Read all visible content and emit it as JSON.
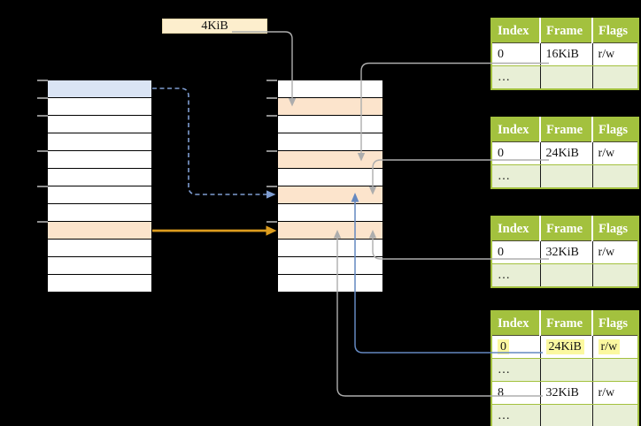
{
  "diagram": {
    "label_4kib": "4KiB",
    "ellipsis": "…"
  },
  "colors": {
    "page_bg": "#000000",
    "header_green": "#a3c13e",
    "row_green": "#e8efd6",
    "frame_orange": "#fce4cc",
    "virtual_blue": "#dae4f4",
    "label_cream": "#fdeecd",
    "highlight_yellow": "#fbf8a0",
    "line_gray": "#adadad",
    "line_blue": "#6488c0",
    "dash_blue": "#7e9cd0",
    "arrow_orange": "#dd9d1e"
  },
  "virtual_memory": {
    "cell_count": 12,
    "blue_cell_index": 0,
    "orange_cell_index": 8
  },
  "physical_memory": {
    "cell_count": 12,
    "orange_cell_indices": [
      1,
      4,
      6,
      8
    ]
  },
  "page_tables": [
    {
      "headers": [
        "Index",
        "Frame",
        "Flags"
      ],
      "rows": [
        {
          "cells": [
            "0",
            "16KiB",
            "r/w"
          ],
          "shaded": false,
          "highlighted": false
        },
        {
          "cells": [
            "…",
            "",
            ""
          ],
          "shaded": true,
          "highlighted": false
        }
      ]
    },
    {
      "headers": [
        "Index",
        "Frame",
        "Flags"
      ],
      "rows": [
        {
          "cells": [
            "0",
            "24KiB",
            "r/w"
          ],
          "shaded": false,
          "highlighted": false
        },
        {
          "cells": [
            "…",
            "",
            ""
          ],
          "shaded": true,
          "highlighted": false
        }
      ]
    },
    {
      "headers": [
        "Index",
        "Frame",
        "Flags"
      ],
      "rows": [
        {
          "cells": [
            "0",
            "32KiB",
            "r/w"
          ],
          "shaded": false,
          "highlighted": false
        },
        {
          "cells": [
            "…",
            "",
            ""
          ],
          "shaded": true,
          "highlighted": false
        }
      ]
    },
    {
      "headers": [
        "Index",
        "Frame",
        "Flags"
      ],
      "rows": [
        {
          "cells": [
            "0",
            "24KiB",
            "r/w"
          ],
          "shaded": false,
          "highlighted": true
        },
        {
          "cells": [
            "…",
            "",
            ""
          ],
          "shaded": true,
          "highlighted": false
        },
        {
          "cells": [
            "8",
            "32KiB",
            "r/w"
          ],
          "shaded": false,
          "highlighted": false
        },
        {
          "cells": [
            "…",
            "",
            ""
          ],
          "shaded": true,
          "highlighted": false
        }
      ]
    }
  ]
}
